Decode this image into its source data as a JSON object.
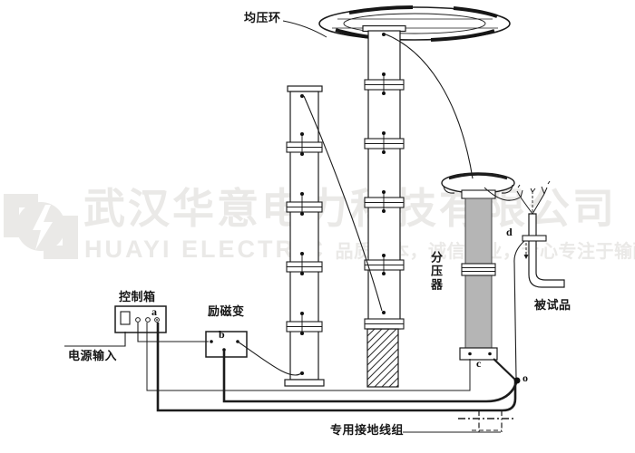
{
  "watermark": {
    "line1": "武汉华意电力科技有限公司",
    "line2_en": "HUAYI ELECTRIC",
    "line2_cn": "品质为本，诚信立业，专心专注于输配电领域",
    "color": "#eae9e7"
  },
  "diagram": {
    "labels": {
      "grading_ring": "均压环",
      "voltage_divider": "分压器",
      "test_object": "被试品",
      "control_box": "控制箱",
      "power_input": "电源输入",
      "excitation_transformer": "励磁变",
      "ground_wire_group": "专用接地线组"
    },
    "points": {
      "a": "a",
      "b": "b",
      "c": "c",
      "d": "d",
      "o": "o"
    },
    "colors": {
      "line": "#1c1c1c",
      "divider_column_fill": "#b5b5b5",
      "watermark": "#eae9e7",
      "background": "#ffffff"
    }
  }
}
